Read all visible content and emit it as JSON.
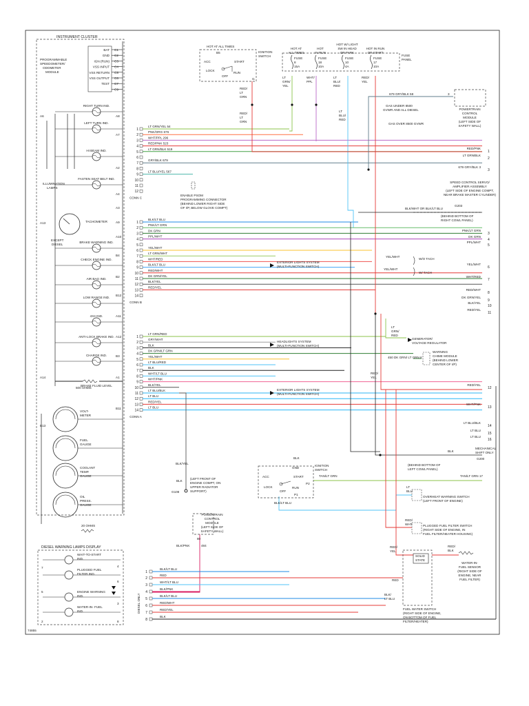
{
  "diagram_id": "74855",
  "cluster": {
    "title": "INSTRUMENT CLUSTER",
    "module": [
      "PROGRAMMABLE",
      "SPEEDOMETER/",
      "ODOMETER",
      "MODULE"
    ],
    "pins": [
      {
        "label": "BAT",
        "pin": "C1"
      },
      {
        "label": "GND",
        "pin": "C2"
      },
      {
        "label": "IGN (RUN)",
        "pin": "C3"
      },
      {
        "label": "VSS INPUT",
        "pin": "C4"
      },
      {
        "label": "VSS RETURN",
        "pin": "C5"
      },
      {
        "label": "VSS OUTPUT",
        "pin": "C6"
      },
      {
        "label": "TEST",
        "pin": "C7"
      },
      {
        "label": "",
        "pin": "C9"
      }
    ],
    "lamps": [
      "RIGHT TURN IND.",
      "LEFT TURN IND.",
      "HI BEAM IND.",
      "FASTEN SEAT BELT IND.",
      "TACHOMETER",
      "BRAKE WARNING IND.",
      "CHECK ENGINE IND.",
      "AIR BAG IND.",
      "LOW RANGE IND.",
      "4X4 IND.",
      "ANTI-LOCK BRAKE IND.",
      "CHARGE IND.",
      "BRAKE FLUID LEVEL"
    ],
    "lamp_pins": [
      "A8",
      "A7",
      "A2",
      "A4",
      "A3",
      "A9",
      "A10",
      "B4",
      "B2",
      "B12",
      "A11",
      "A12",
      "B3",
      "A1",
      "B11",
      "B1",
      "A5",
      "B10",
      "B8",
      "A6",
      "A13",
      "A14",
      "B13"
    ],
    "illumination": [
      "ILLUMINATION",
      "LAMPS"
    ],
    "except_diesel": [
      "EXCEPT",
      "DIESEL"
    ],
    "ohms_500": "500 OHMS",
    "ohms_20": "20 OHMS",
    "gauges": [
      "VOLT- METER",
      "FUEL GAUGE",
      "COOLANT TEMP. GAUGE",
      "OIL PRESS. GAUGE"
    ]
  },
  "top": {
    "ignition_switch": {
      "title": [
        "IGNITION",
        "SWITCH"
      ],
      "hot": "HOT AT ALL TIMES",
      "pin": "B5",
      "acc": "ACC",
      "lock": "LOCK",
      "off": "OFF",
      "start": "START",
      "run": "RUN",
      "i1": "I1"
    },
    "fuse_panel": {
      "title": [
        "FUSE",
        "PANEL"
      ],
      "headers": [
        [
          "HOT AT",
          "ALL TIMES"
        ],
        [
          "HOT",
          "IN RUN"
        ],
        [
          "HOT W/ LIGHT",
          "SW IN HEAD",
          "OR PARK"
        ],
        [
          "HOT IN RUN",
          "OR START"
        ]
      ],
      "fuses": [
        [
          "FUSE",
          "8",
          "15A"
        ],
        [
          "FUSE",
          "18",
          "10A"
        ],
        [
          "FUSE",
          "10",
          "4A"
        ],
        [
          "FUSE",
          "17",
          "10A"
        ]
      ],
      "wires": [
        [
          "LT",
          "GRN/",
          "YEL"
        ],
        [
          "WHT/",
          "PPL"
        ],
        [
          "LT",
          "BLU/",
          "RED"
        ],
        [
          "RED/",
          "YEL"
        ]
      ]
    },
    "red_lt_grn": [
      "RED/",
      "LT",
      "GRN"
    ],
    "red_lt_grn2": [
      "RED/",
      "LT",
      "GRN"
    ],
    "lt_blu_red": [
      "LT",
      "BLU/",
      "RED"
    ]
  },
  "pcm": {
    "title": [
      "POWERTRAIN",
      "CONTROL",
      "MODULE",
      "(LEFT SIDE OF",
      "SAFETY WALL)"
    ],
    "wire": "679   GRY/BLK   58",
    "pin": "3",
    "gas_under": [
      "GAS UNDER 8500",
      "GVWR AND ALL DIESEL"
    ],
    "gas_over": "GAS OVER 8500 GVWR"
  },
  "speed_control": [
    "SPEED CONTROL SERVO/",
    "AMPLIFIER ASSEMBLY",
    "(LEFT SIDE OF ENGINE COMPT,",
    "NEAR BRAKE MASTER CYLINDER)"
  ],
  "psom": [
    "ENABLE PSOM",
    "PROGRAMMING CONNECTOR",
    "(BEHIND LOWER RIGHT SIDE",
    "OF I/P, BELOW GLOVE COMPT)"
  ],
  "g203": {
    "name": "G203",
    "desc": [
      "(BEHIND BOTTOM OF",
      "RIGHT COWL PANEL)"
    ],
    "wire": "BLK/WHT OR BLK/LT BLU"
  },
  "conn_c": {
    "label": "CONN C",
    "rows": [
      {
        "pin": "1",
        "text": "LT GRN/YEL    54",
        "color": "#8bc34a"
      },
      {
        "pin": "2",
        "text": "PNK/ORG    676",
        "color": "#ff7043"
      },
      {
        "pin": "3",
        "text": "WHT/PPL    296",
        "color": "#ba68c8"
      },
      {
        "pin": "4",
        "text": "RED/PNK    523",
        "color": "#e53935"
      },
      {
        "pin": "5",
        "text": "LT GRN/BLK    519",
        "color": "#43a047"
      },
      {
        "pin": "6",
        "text": "",
        "color": ""
      },
      {
        "pin": "7",
        "text": "GRY/BLK    679",
        "color": "#607d8b"
      },
      {
        "pin": "8",
        "text": "",
        "color": ""
      },
      {
        "pin": "9",
        "text": "LT BLU/YEL         567",
        "color": "#4db6ac"
      },
      {
        "pin": "10",
        "text": "",
        "color": ""
      },
      {
        "pin": "11",
        "text": "",
        "color": ""
      },
      {
        "pin": "12",
        "text": "",
        "color": ""
      }
    ],
    "right": [
      {
        "pin": "1",
        "text": "RED/PNK"
      },
      {
        "pin": "2",
        "text": "LT GRN/BLK"
      },
      {
        "pin": "3",
        "text": "679    GRY/BLK    3"
      }
    ]
  },
  "conn_b": {
    "label": "CONN B",
    "rows": [
      {
        "pin": "1",
        "text": "BLK/LT BLU",
        "color": "#1e88e5"
      },
      {
        "pin": "2",
        "text": "PNK/LT GRN",
        "color": "#66bb6a"
      },
      {
        "pin": "3",
        "text": "DK GRN",
        "color": "#2e7d32"
      },
      {
        "pin": "4",
        "text": "PPL/WHT",
        "color": "#ab47bc"
      },
      {
        "pin": "5",
        "text": "",
        "color": ""
      },
      {
        "pin": "6",
        "text": "YEL/WHT",
        "color": "#fbc02d"
      },
      {
        "pin": "7",
        "text": "LT GRN/WHT",
        "color": "#9ccc65"
      },
      {
        "pin": "8",
        "text": "WHT/RED",
        "color": "#ef5350"
      },
      {
        "pin": "9",
        "text": "BLK/LT BLU",
        "color": "#42a5f5"
      },
      {
        "pin": "10",
        "text": "RED/WHT",
        "color": "#e53935"
      },
      {
        "pin": "11",
        "text": "DK GRN/YEL",
        "color": "#2e7d32"
      },
      {
        "pin": "12",
        "text": "BLK/YEL",
        "color": "#555555"
      },
      {
        "pin": "13",
        "text": "RED/YEL",
        "color": "#e53935"
      },
      {
        "pin": "14",
        "text": "",
        "color": ""
      }
    ],
    "right": [
      {
        "pin": "3",
        "text": "PNK/LT GRN"
      },
      {
        "pin": "4",
        "text": "DK GRN"
      },
      {
        "pin": "5",
        "text": "PPL/WHT"
      },
      {
        "pin": "6",
        "text": "YEL/WHT"
      },
      {
        "pin": "7",
        "text": "WHT/RED"
      },
      {
        "pin": "8",
        "text": "RED/WHT"
      },
      {
        "pin": "9",
        "text": "DK GRN/YEL"
      },
      {
        "pin": "10",
        "text": "BLK/YEL"
      },
      {
        "pin": "11",
        "text": "RED/YEL"
      }
    ],
    "wo_tach": "W/O TACH",
    "w_tach": "W/ TACH",
    "yel_wht": "YEL/WHT",
    "exterior": [
      "EXTERIOR LIGHTS SYSTEM",
      "(MULTI-FUNCTION SWITCH)"
    ]
  },
  "conn_a": {
    "label": "CONN A",
    "rows": [
      {
        "pin": "1",
        "text": "LT GRN/RED",
        "color": "#8bc34a"
      },
      {
        "pin": "2",
        "text": "GRY/WHT",
        "color": "#9e9e9e"
      },
      {
        "pin": "3",
        "text": "BLK",
        "color": "#222222"
      },
      {
        "pin": "4",
        "text": "DK GRN/LT GRN",
        "color": "#2e7d32"
      },
      {
        "pin": "5",
        "text": "YEL/WHT",
        "color": "#fbc02d"
      },
      {
        "pin": "6",
        "text": "LT BLU/RED",
        "color": "#4fc3f7"
      },
      {
        "pin": "7",
        "text": "BLK",
        "color": "#222222"
      },
      {
        "pin": "8",
        "text": "WHT/LT BLU",
        "color": "#4fc3f7"
      },
      {
        "pin": "9",
        "text": "WHT/PNK",
        "color": "#f06292"
      },
      {
        "pin": "10",
        "text": "BLK/YEL",
        "color": "#555555"
      },
      {
        "pin": "11",
        "text": "LT BLU/BLK",
        "color": "#29b6f6"
      },
      {
        "pin": "12",
        "text": "LT BLU",
        "color": "#29b6f6"
      },
      {
        "pin": "13",
        "text": "RED/YEL",
        "color": "#e53935"
      },
      {
        "pin": "14",
        "text": "LT BLU",
        "color": "#29b6f6"
      }
    ],
    "right": [
      {
        "pin": "12",
        "text": "RED/YEL"
      },
      {
        "pin": "13",
        "text": "WHT/PNK"
      },
      {
        "pin": "14",
        "text": "LT BLU/BLK"
      },
      {
        "pin": "15",
        "text": "LT BLU"
      },
      {
        "pin": "16",
        "text": "LT BLU"
      }
    ],
    "headlights": [
      "HEADLIGHTS SYSTEM",
      "(MULTI-FUNCTION SWITCH)"
    ],
    "exterior": [
      "EXTERIOR LIGHTS SYSTEM",
      "(MULTI-FUNCTION SWITCH)"
    ]
  },
  "generator": {
    "wire": [
      "LT",
      "GRN/",
      "RED"
    ],
    "title": [
      "GENERATOR/",
      "VOLTAGE REGULATOR"
    ]
  },
  "chime": {
    "wire": "450  DK GRN/  LT GRN   6",
    "title": [
      "WARNING",
      "CHIME MODULE",
      "(BEHIND LOWER",
      "CENTER OF I/P)"
    ]
  },
  "red_yel_mid": [
    "RED/",
    "YEL"
  ],
  "g108": {
    "wire": "BLK/YEL",
    "name": "G108",
    "blk": "BLK",
    "desc": [
      "(LEFT FRONT OF",
      "ENGINE COMPT, ON",
      "UPPER RADIATOR",
      "SUPPORT)"
    ]
  },
  "g200": {
    "name": "G200",
    "desc": [
      "(BEHIND BOTTOM OF",
      "LEFT COWL PANEL)"
    ],
    "blk": "BLK",
    "mech": [
      "MECHANICAL",
      "SHIFT ONLY"
    ]
  },
  "ign2": {
    "title": [
      "IGNITION",
      "SWITCH"
    ],
    "blk": "BLK",
    "gnd": "GND",
    "acc": "ACC",
    "lock": "LOCK",
    "off": "OFF",
    "start": "START",
    "run": "RUN",
    "p2": "P2",
    "p1": "P1",
    "tan": "TAN/LT GRN",
    "bottom": "BLK/LT BLU",
    "tan_right": "TAN/LT GRN   17"
  },
  "overheat": {
    "wire": [
      "LT",
      "BLU"
    ],
    "title": [
      "OVERHEAT WARNING SWITCH",
      "(LEFT FRONT OF ENGINE)"
    ]
  },
  "plugged_filter": {
    "wire": [
      "RED/",
      "WHT"
    ],
    "title": [
      "PLUGGED FUEL FILTER SWITCH",
      "(RIGHT SIDE OF ENGINE, IN",
      "FUEL FILTER/HEATER HOUSING)"
    ]
  },
  "pcm2": {
    "title": [
      "POWERTRAIN",
      "CONTROL",
      "MODULE",
      "(LEFT SIDE OF",
      "SAFETY WALL)"
    ],
    "pin": "80",
    "wire": "BLK/PNK",
    "num": "484"
  },
  "water_sensor": {
    "red_yel": [
      "RED/",
      "YEL"
    ],
    "red_blk": [
      "RED/",
      "BLK"
    ],
    "solid": [
      "SOLID",
      "STATE"
    ],
    "title": [
      "WATER-IN-",
      "FUEL SENSOR",
      "(RIGHT SIDE OF",
      "ENGINE, NEAR",
      "FUEL FILTER)"
    ]
  },
  "fuel_water": {
    "red": "RED",
    "blk": [
      "BLK/",
      "LT BLU"
    ],
    "title": [
      "FUEL WATER SWITCH",
      "(RIGHT SIDE OF ENGINE,",
      "ON BOTTOM OF FUEL",
      "FILTER/HEATER)"
    ]
  },
  "diesel": {
    "title": "DIESEL WARNING LAMPS DISPLAY",
    "side": "DIESEL ONLY",
    "lamps": [
      "WAIT-TO-START IND.",
      "PLUGGED FUEL FILTER IND.",
      "ENGINE WARNING IND.",
      "WATER-IN- FUEL IND."
    ],
    "pins_left": [
      "7",
      "5",
      "2"
    ],
    "pins_right": [
      "4",
      "6",
      "3",
      "8"
    ],
    "rows": [
      {
        "pin": "1",
        "text": "BLK/LT BLU",
        "color": "#1e88e5"
      },
      {
        "pin": "2",
        "text": "RED",
        "color": "#e53935"
      },
      {
        "pin": "3",
        "text": "WHT/LT BLU",
        "color": "#4fc3f7"
      },
      {
        "pin": "4",
        "text": "BLK/PNK",
        "color": "#d81b60"
      },
      {
        "pin": "5",
        "text": "BLK/LT BLU",
        "color": "#1e88e5"
      },
      {
        "pin": "6",
        "text": "RED/WHT",
        "color": "#e53935"
      },
      {
        "pin": "7",
        "text": "RED/YEL",
        "color": "#e53935"
      },
      {
        "pin": "8",
        "text": "BLK",
        "color": "#222222"
      }
    ]
  }
}
